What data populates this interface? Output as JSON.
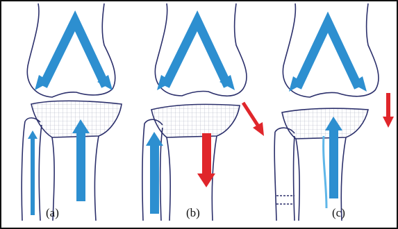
{
  "panels": [
    {
      "label": "(a)"
    },
    {
      "label": "(b)"
    },
    {
      "label": "(c)"
    }
  ],
  "colors": {
    "border": "#111111",
    "bone_outline": "#2b2f6b",
    "mesh": "#9aa0b4",
    "force_arrow_blue": "#2d8fd0",
    "force_arrow_red": "#e0262b",
    "background": "#ffffff"
  },
  "icons": {
    "blue_arrow": "arrow-icon",
    "red_arrow": "arrow-icon"
  }
}
